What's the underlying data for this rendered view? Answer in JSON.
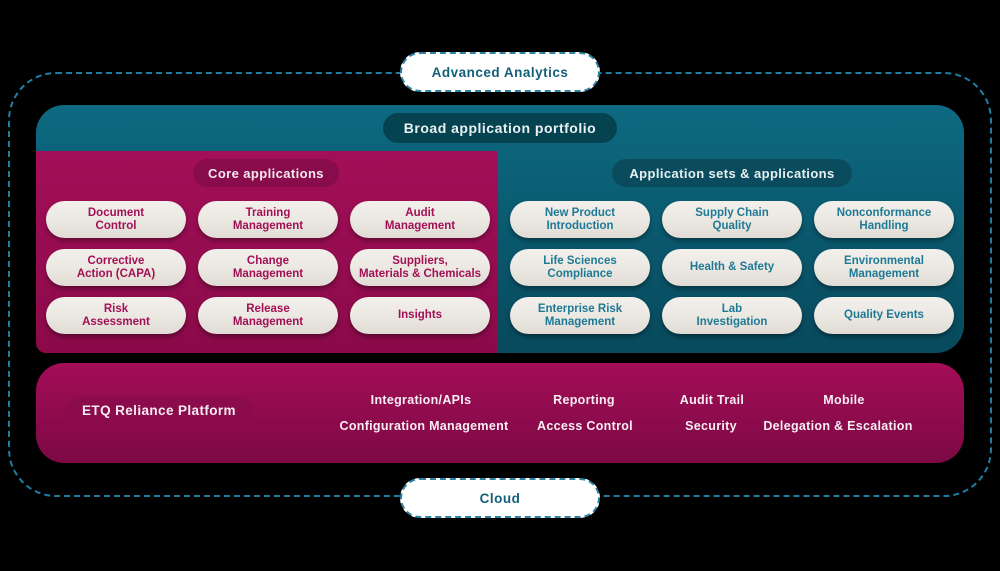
{
  "top_pill": {
    "label": "Advanced Analytics"
  },
  "bottom_pill": {
    "label": "Cloud"
  },
  "portfolio": {
    "title": "Broad application portfolio",
    "core": {
      "title": "Core applications",
      "cards": [
        "Document\nControl",
        "Training\nManagement",
        "Audit\nManagement",
        "Corrective\nAction (CAPA)",
        "Change\nManagement",
        "Suppliers,\nMaterials & Chemicals",
        "Risk\nAssessment",
        "Release\nManagement",
        "Insights"
      ]
    },
    "sets": {
      "title": "Application sets & applications",
      "cards": [
        "New Product\nIntroduction",
        "Supply Chain\nQuality",
        "Nonconformance\nHandling",
        "Life Sciences\nCompliance",
        "Health & Safety",
        "Environmental\nManagement",
        "Enterprise Risk\nManagement",
        "Lab\nInvestigation",
        "Quality Events"
      ]
    }
  },
  "platform": {
    "title": "ETQ Reliance Platform",
    "features": {
      "row1": [
        "Integration/APIs",
        "Reporting",
        "Audit Trail",
        "Mobile"
      ],
      "row2": [
        "Configuration Management",
        "Access Control",
        "Security",
        "Delegation & Escalation"
      ]
    }
  },
  "colors": {
    "background": "#000000",
    "dashed_border": "#1f7ea0",
    "teal_panel_top": "#0d6a82",
    "teal_panel_bottom": "#08495c",
    "maroon_panel_top": "#a30f58",
    "maroon_panel_bottom": "#8a0a49",
    "platform_bar_top": "#a30d57",
    "platform_bar_bottom": "#7d0944",
    "broad_title_pill": "#064350",
    "core_title_pill": "#880b4b",
    "sets_title_pill": "#0a4c5d",
    "etq_pill": "#8c0b4d",
    "card_background": "#ece8e2",
    "card_text_maroon": "#a31055",
    "card_text_teal": "#1e7a96",
    "edge_pill_text": "#135f7a"
  }
}
